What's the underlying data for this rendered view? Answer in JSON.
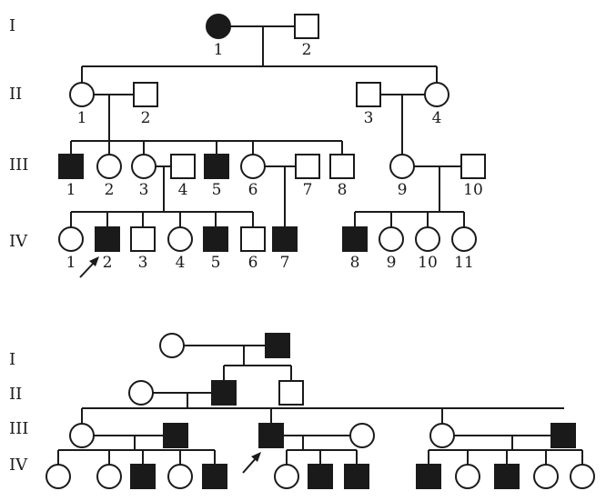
{
  "colors": {
    "affected": "#1a1a1a",
    "unaffected": "#ffffff",
    "line": "#1a1a1a"
  },
  "pedigree_1": {
    "generation_labels": [
      "I",
      "II",
      "III",
      "IV"
    ],
    "proband": "IV-2",
    "individuals": [
      {
        "id": "I-1",
        "sex": "female",
        "affected": true,
        "number": "1"
      },
      {
        "id": "I-2",
        "sex": "male",
        "affected": false,
        "number": "2"
      },
      {
        "id": "II-1",
        "sex": "female",
        "affected": false,
        "number": "1"
      },
      {
        "id": "II-2",
        "sex": "male",
        "affected": false,
        "number": "2"
      },
      {
        "id": "II-3",
        "sex": "male",
        "affected": false,
        "number": "3"
      },
      {
        "id": "II-4",
        "sex": "female",
        "affected": false,
        "number": "4"
      },
      {
        "id": "III-1",
        "sex": "male",
        "affected": true,
        "number": "1"
      },
      {
        "id": "III-2",
        "sex": "female",
        "affected": false,
        "number": "2"
      },
      {
        "id": "III-3",
        "sex": "female",
        "affected": false,
        "number": "3"
      },
      {
        "id": "III-4",
        "sex": "male",
        "affected": false,
        "number": "4"
      },
      {
        "id": "III-5",
        "sex": "male",
        "affected": true,
        "number": "5"
      },
      {
        "id": "III-6",
        "sex": "female",
        "affected": false,
        "number": "6"
      },
      {
        "id": "III-7",
        "sex": "male",
        "affected": false,
        "number": "7"
      },
      {
        "id": "III-8",
        "sex": "male",
        "affected": false,
        "number": "8"
      },
      {
        "id": "III-9",
        "sex": "female",
        "affected": false,
        "number": "9"
      },
      {
        "id": "III-10",
        "sex": "male",
        "affected": false,
        "number": "10"
      },
      {
        "id": "IV-1",
        "sex": "female",
        "affected": false,
        "number": "1"
      },
      {
        "id": "IV-2",
        "sex": "male",
        "affected": true,
        "number": "2"
      },
      {
        "id": "IV-3",
        "sex": "male",
        "affected": false,
        "number": "3"
      },
      {
        "id": "IV-4",
        "sex": "female",
        "affected": false,
        "number": "4"
      },
      {
        "id": "IV-5",
        "sex": "male",
        "affected": true,
        "number": "5"
      },
      {
        "id": "IV-6",
        "sex": "male",
        "affected": false,
        "number": "6"
      },
      {
        "id": "IV-7",
        "sex": "male",
        "affected": true,
        "number": "7"
      },
      {
        "id": "IV-8",
        "sex": "male",
        "affected": true,
        "number": "8"
      },
      {
        "id": "IV-9",
        "sex": "female",
        "affected": false,
        "number": "9"
      },
      {
        "id": "IV-10",
        "sex": "female",
        "affected": false,
        "number": "10"
      },
      {
        "id": "IV-11",
        "sex": "female",
        "affected": false,
        "number": "11"
      }
    ]
  },
  "pedigree_2": {
    "generation_labels": [
      "I",
      "II",
      "III",
      "IV"
    ],
    "proband": "III-b",
    "individuals": [
      {
        "id": "I-a",
        "sex": "female",
        "affected": false
      },
      {
        "id": "I-b",
        "sex": "male",
        "affected": true
      },
      {
        "id": "II-a",
        "sex": "female",
        "affected": false
      },
      {
        "id": "II-b",
        "sex": "male",
        "affected": true
      },
      {
        "id": "II-c",
        "sex": "male",
        "affected": false
      },
      {
        "id": "III-a",
        "sex": "female",
        "affected": false
      },
      {
        "id": "III-a2",
        "sex": "male",
        "affected": true
      },
      {
        "id": "III-b",
        "sex": "male",
        "affected": true
      },
      {
        "id": "III-b2",
        "sex": "female",
        "affected": false
      },
      {
        "id": "III-c",
        "sex": "female",
        "affected": false
      },
      {
        "id": "III-c2",
        "sex": "male",
        "affected": true
      },
      {
        "id": "IV-a1",
        "sex": "female",
        "affected": false
      },
      {
        "id": "IV-a2",
        "sex": "female",
        "affected": false
      },
      {
        "id": "IV-a3",
        "sex": "male",
        "affected": true
      },
      {
        "id": "IV-a4",
        "sex": "female",
        "affected": false
      },
      {
        "id": "IV-a5",
        "sex": "male",
        "affected": true
      },
      {
        "id": "IV-b1",
        "sex": "female",
        "affected": false
      },
      {
        "id": "IV-b2",
        "sex": "male",
        "affected": true
      },
      {
        "id": "IV-b3",
        "sex": "male",
        "affected": true
      },
      {
        "id": "IV-c1",
        "sex": "male",
        "affected": true
      },
      {
        "id": "IV-c2",
        "sex": "female",
        "affected": false
      },
      {
        "id": "IV-c3",
        "sex": "male",
        "affected": true
      },
      {
        "id": "IV-c4",
        "sex": "female",
        "affected": false
      },
      {
        "id": "IV-c5",
        "sex": "female",
        "affected": false
      }
    ]
  }
}
